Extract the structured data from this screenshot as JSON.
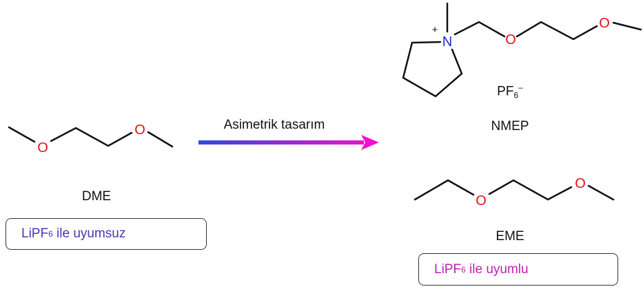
{
  "arrow": {
    "label": "Asimetrik tasarım",
    "gradient_start": "#2b4be0",
    "gradient_end": "#f010d0"
  },
  "atoms": {
    "oxygen": "O",
    "nitrogen": "N",
    "plus": "+"
  },
  "colors": {
    "oxygen": "#e01010",
    "nitrogen": "#1a2ad0",
    "bond": "#111111",
    "incompatible_text": "#4a35b5",
    "compatible_text": "#c020b0"
  },
  "dme": {
    "name": "DME",
    "note_prefix": "LiPF",
    "note_sub": "6",
    "note_suffix": " ile uyumsuz"
  },
  "nmep": {
    "name": "NMEP",
    "anion_main": "PF",
    "anion_sub": "6",
    "anion_charge": "–"
  },
  "eme": {
    "name": "EME",
    "note_prefix": "LiPF",
    "note_sub": "6",
    "note_suffix": " ile uyumlu"
  }
}
